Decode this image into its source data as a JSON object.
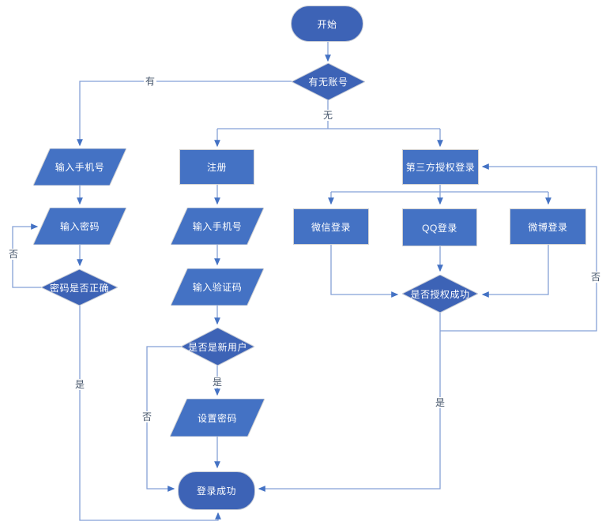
{
  "diagram": {
    "colors": {
      "process_fill": "#4472c4",
      "decision_fill": "#3d63b6",
      "terminator_fill": "#3d63b6",
      "shape_border": "#d2d2d2",
      "connector": "#85a0d6",
      "arrowhead": "#4472c4",
      "node_text": "#ffffff",
      "edge_label_text": "#44546a"
    },
    "nodes": {
      "start": {
        "label": "开始",
        "type": "terminator"
      },
      "has_account": {
        "label": "有无账号",
        "type": "decision"
      },
      "enter_phone_left": {
        "label": "输入手机号",
        "type": "io"
      },
      "enter_password": {
        "label": "输入密码",
        "type": "io"
      },
      "password_correct": {
        "label": "密码是否正确",
        "type": "decision"
      },
      "register": {
        "label": "注册",
        "type": "process"
      },
      "enter_phone_mid": {
        "label": "输入手机号",
        "type": "io"
      },
      "enter_code": {
        "label": "输入验证码",
        "type": "io"
      },
      "is_new_user": {
        "label": "是否是新用户",
        "type": "decision"
      },
      "set_password": {
        "label": "设置密码",
        "type": "io"
      },
      "third_party": {
        "label": "第三方授权登录",
        "type": "process"
      },
      "wechat": {
        "label": "微信登录",
        "type": "process"
      },
      "qq": {
        "label": "QQ登录",
        "type": "process"
      },
      "weibo": {
        "label": "微博登录",
        "type": "process"
      },
      "auth_success": {
        "label": "是否授权成功",
        "type": "decision"
      },
      "login_success": {
        "label": "登录成功",
        "type": "terminator"
      }
    },
    "edge_labels": {
      "account_yes": "有",
      "account_no": "无",
      "password_no": "否",
      "password_yes": "是",
      "new_user_yes": "是",
      "new_user_no": "否",
      "auth_yes": "是",
      "auth_no": "否"
    }
  }
}
